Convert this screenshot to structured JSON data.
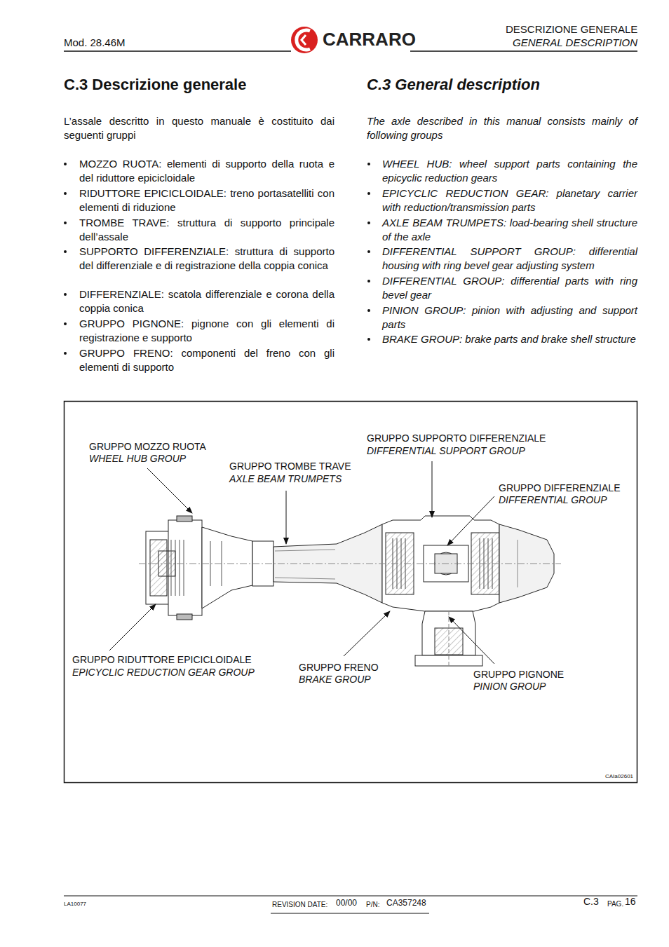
{
  "diagram": {
    "title": "C.3 Descrizione generale",
    "labels": [
      "Mod. 28.46M",
      "CARRARO",
      "DESCRIZIONE GENERALE",
      "GENERAL DESCRIPTION",
      "C.3 General description",
      "L’assale descritto in questo manuale è costituito dai seguenti gruppi",
      "MOZZO RUOTA: elementi di supporto della ruota e del riduttore epicicloidale",
      "RIDUTTORE EPICICLOIDALE: treno portasatelliti con elementi di riduzione",
      "TROMBE TRAVE: struttura di supporto principale dell’assale",
      "SUPPORTO DIFFERENZIALE: struttura di supporto del differenziale e di registrazione della coppia conica",
      "DIFFERENZIALE: scatola differenziale e corona della coppia conica",
      "GRUPPO PIGNONE: pignone con gli elementi di registrazione e supporto",
      "GRUPPO FRENO: componenti del freno con gli elementi di supporto",
      "The axle described in this manual consists mainly of following groups",
      "WHEEL HUB: wheel support parts containing the epicyclic reduction gears",
      "EPICYCLIC REDUCTION GEAR: planetary carrier with reduction/transmission parts",
      "AXLE BEAM TRUMPETS: load-bearing shell structure of the axle",
      "DIFFERENTIAL SUPPORT GROUP: differential housing with ring bevel gear adjusting system",
      "DIFFERENTIAL GROUP: differential parts with ring bevel gear",
      "PINION GROUP: pinion with adjusting and support parts",
      "BRAKE GROUP: brake parts and brake shell structure",
      "GRUPPO MOZZO RUOTA",
      "WHEEL HUB GROUP",
      "GRUPPO TROMBE TRAVE",
      "AXLE BEAM TRUMPETS",
      "GRUPPO SUPPORTO DIFFERENZIALE",
      "DIFFERENTIAL SUPPORT GROUP",
      "GRUPPO DIFFERENZIALE",
      "DIFFERENTIAL GROUP",
      "GRUPPO RIDUTTORE EPICICLOIDALE",
      "EPICYCLIC REDUCTION GEAR GROUP",
      "GRUPPO FRENO",
      "BRAKE GROUP",
      "GRUPPO PIGNONE",
      "PINION GROUP",
      "CAIa02601",
      "LA10077",
      "REVISION DATE:",
      "00/00",
      "P/N:",
      "CA357248",
      "C.3",
      "PAG.",
      "16"
    ]
  }
}
